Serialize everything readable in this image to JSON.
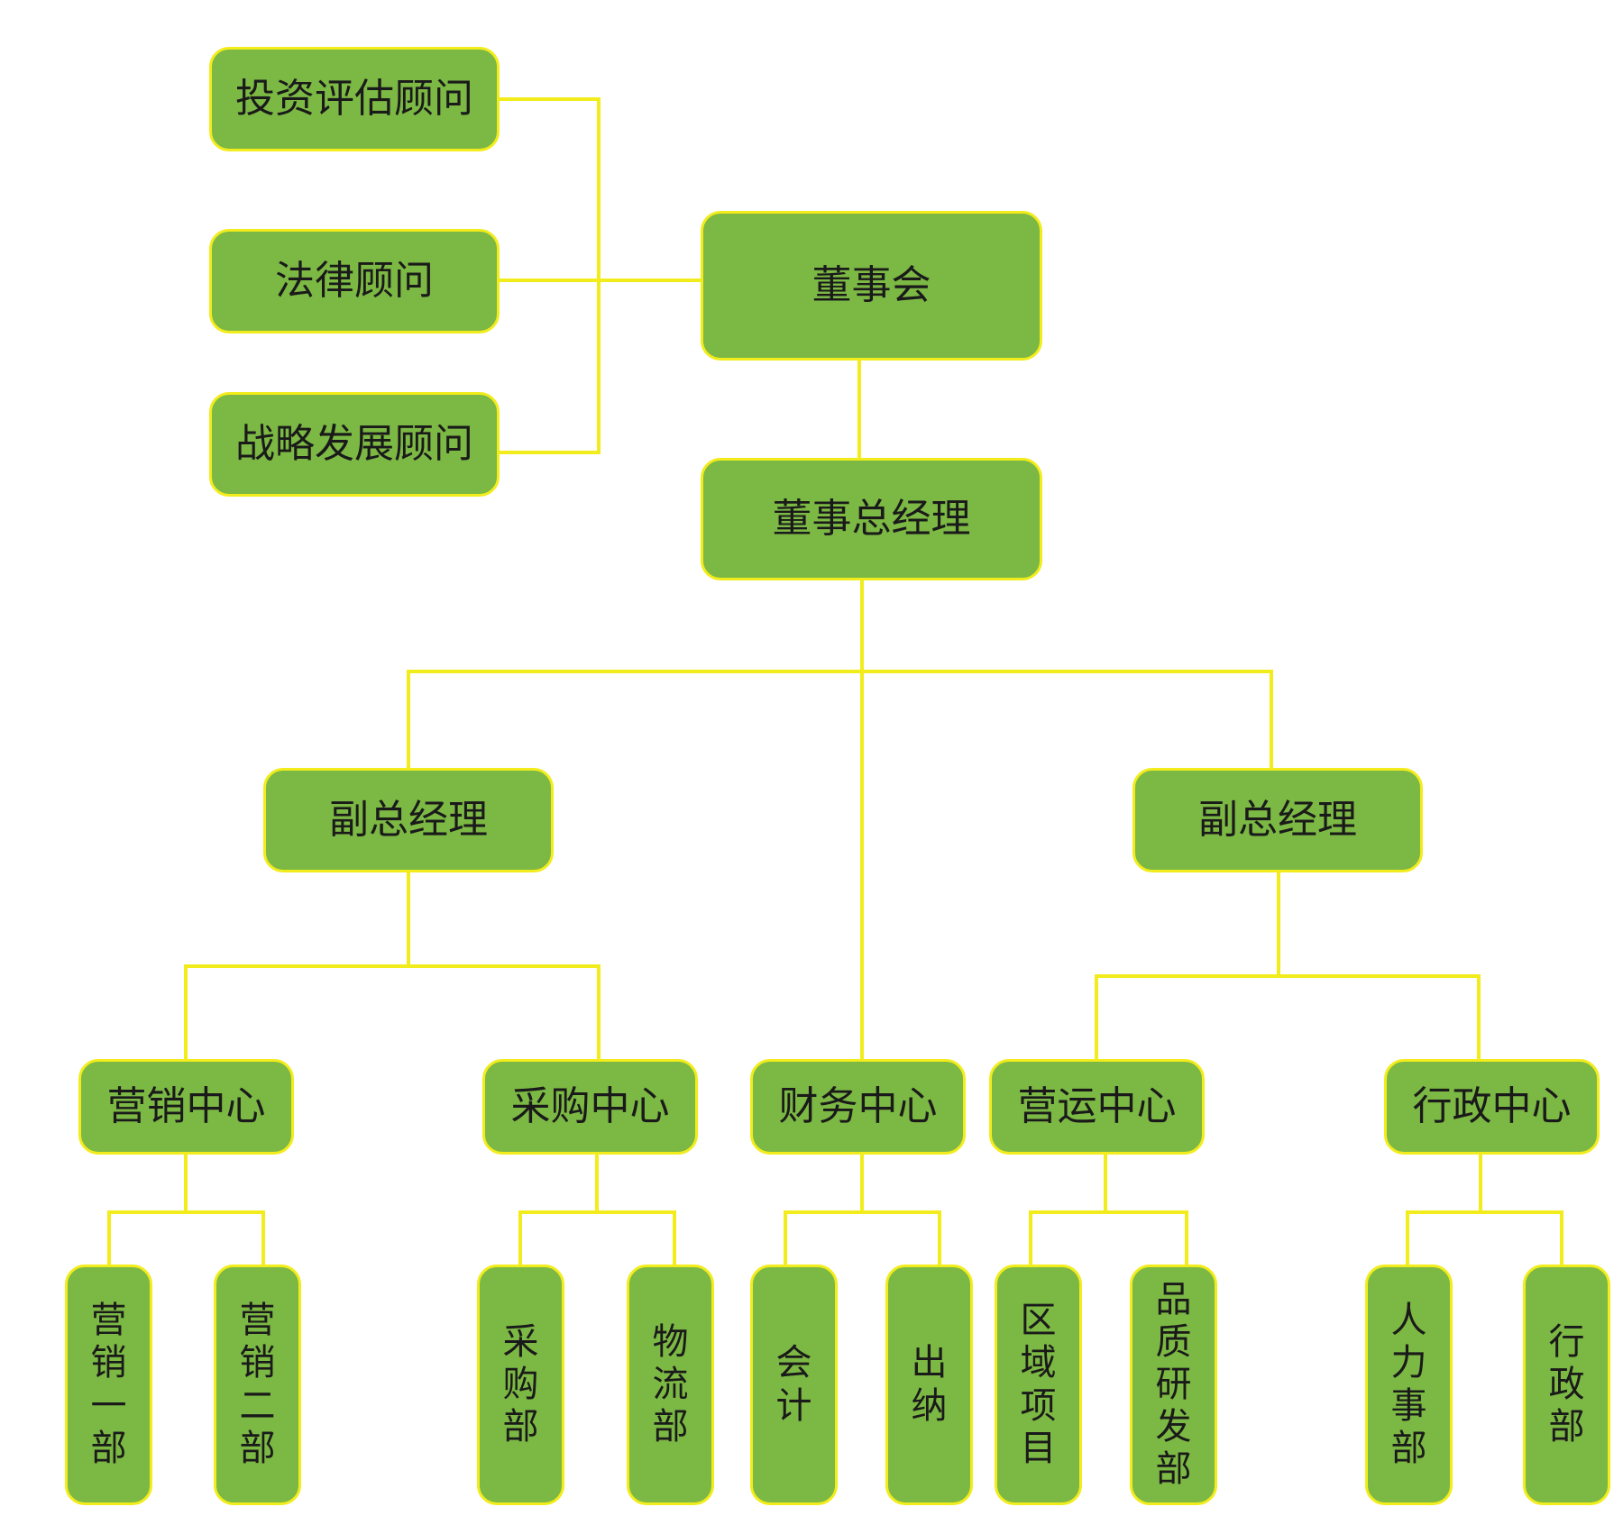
{
  "colors": {
    "node_fill": "#7cb844",
    "node_border": "#f2ec1c",
    "connector": "#f2ec1c",
    "text": "#1a1a1a"
  },
  "advisors": {
    "investment": "投资评估顾问",
    "legal": "法律顾问",
    "strategy": "战略发展顾问"
  },
  "board": "董事会",
  "general_manager": "董事总经理",
  "deputy_left": "副总经理",
  "deputy_right": "副总经理",
  "centers": {
    "marketing": "营销中心",
    "purchasing": "采购中心",
    "finance": "财务中心",
    "operations": "营运中心",
    "administration": "行政中心"
  },
  "departments": {
    "marketing_1": "营销一部",
    "marketing_2": "营销二部",
    "purchasing": "采购部",
    "logistics": "物流部",
    "accounting": "会计",
    "cashier": "出纳",
    "regional_projects": "区域项目",
    "quality_rd": "品质研发部",
    "human_resources": "人力事部",
    "admin": "行政部"
  }
}
